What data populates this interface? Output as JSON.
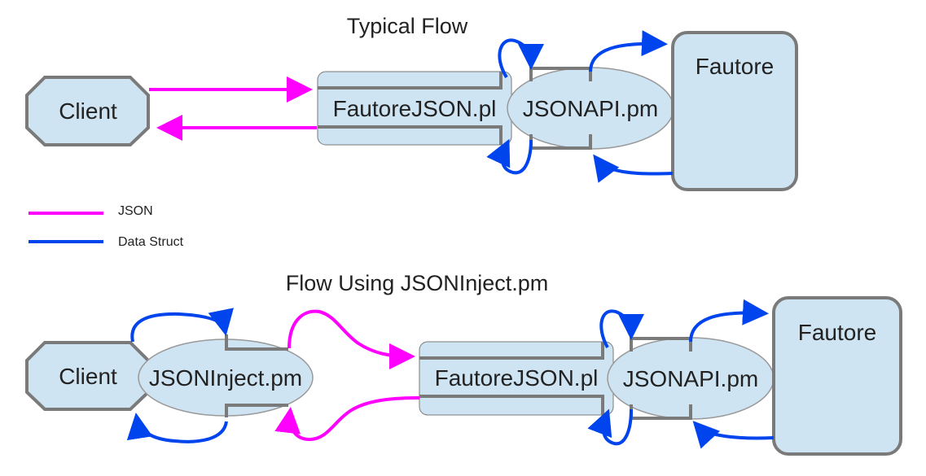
{
  "colors": {
    "json": "#ff00ff",
    "data_struct": "#0044ee",
    "node_fill": "#cfe4f2",
    "node_stroke": "#7a7a7a"
  },
  "top": {
    "title": "Typical Flow",
    "client": "Client",
    "fautore_json": "FautoreJSON.pl",
    "jsonapi": "JSONAPI.pm",
    "fautore": "Fautore"
  },
  "legend": {
    "json": "JSON",
    "data_struct": "Data Struct"
  },
  "bottom": {
    "title": "Flow Using JSONInject.pm",
    "client": "Client",
    "jsoninject": "JSONInject.pm",
    "fautore_json": "FautoreJSON.pl",
    "jsonapi": "JSONAPI.pm",
    "fautore": "Fautore"
  }
}
